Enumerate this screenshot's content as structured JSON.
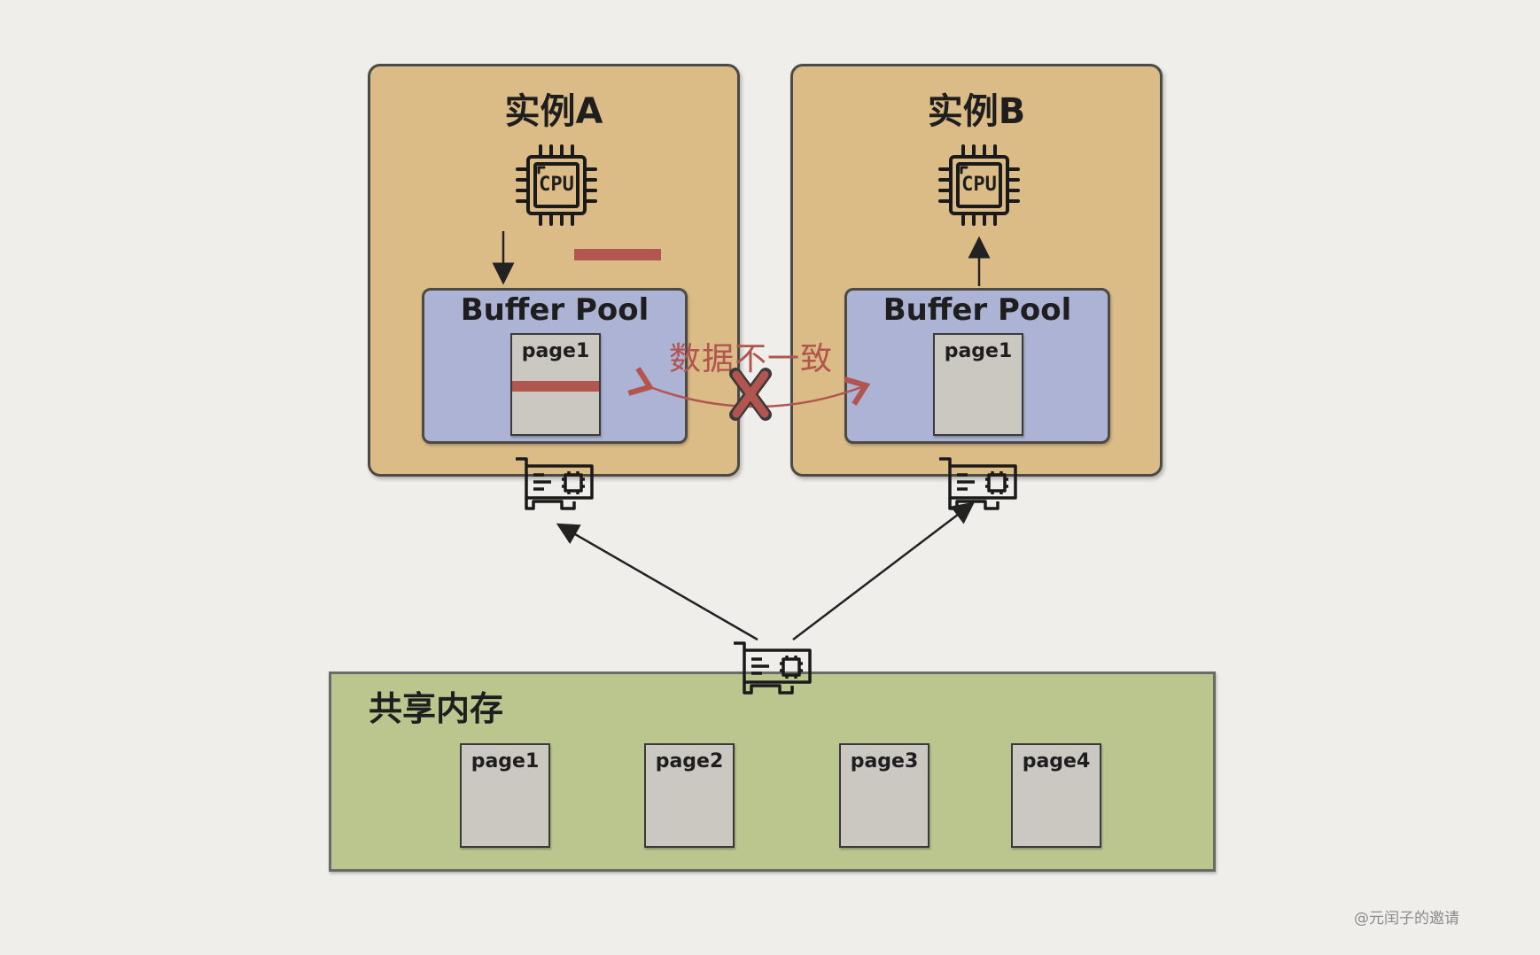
{
  "instance_a": {
    "title": "实例A",
    "cpu_label": "CPU",
    "buffer_pool": {
      "title": "Buffer Pool",
      "page_label": "page1"
    }
  },
  "instance_b": {
    "title": "实例B",
    "cpu_label": "CPU",
    "buffer_pool": {
      "title": "Buffer Pool",
      "page_label": "page1"
    }
  },
  "conflict_label": "数据不一致",
  "shared_memory": {
    "title": "共享内存",
    "pages": [
      "page1",
      "page2",
      "page3",
      "page4"
    ]
  },
  "watermark": "@元闰子的邀请",
  "colors": {
    "instance_bg": "#dcbc86",
    "buffer_pool_bg": "#adb3d5",
    "shared_memory_bg": "#bac68e",
    "page_bg": "#cbc7c1",
    "dirty_highlight": "#b25650"
  },
  "icons": {
    "cpu": "cpu-chip-icon",
    "network_card": "network-card-icon",
    "conflict": "cross-icon"
  }
}
